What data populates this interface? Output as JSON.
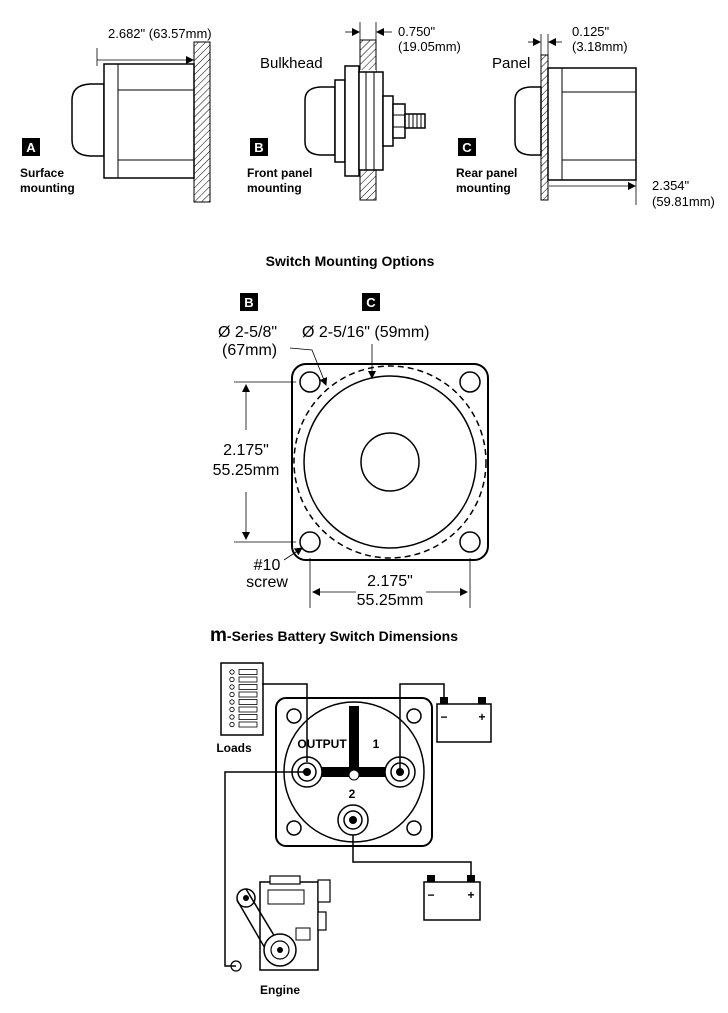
{
  "mounting": {
    "a": {
      "badge": "A",
      "label_line1": "Surface",
      "label_line2": "mounting",
      "dimension": "2.682\" (63.57mm)"
    },
    "b": {
      "badge": "B",
      "title": "Bulkhead",
      "label_line1": "Front panel",
      "label_line2": "mounting",
      "dim_in": "0.750\"",
      "dim_mm": "(19.05mm)"
    },
    "c": {
      "badge": "C",
      "title": "Panel",
      "label_line1": "Rear panel",
      "label_line2": "mounting",
      "top_in": "0.125\"",
      "top_mm": "(3.18mm)",
      "depth_in": "2.354\"",
      "depth_mm": "(59.81mm)"
    },
    "section_title": "Switch Mounting Options"
  },
  "dimensions": {
    "badge_b": "B",
    "badge_c": "C",
    "hole_b_line1": "Ø 2-5/8\"",
    "hole_b_line2": "(67mm)",
    "hole_c": "Ø 2-5/16\" (59mm)",
    "height_in": "2.175\"",
    "height_mm": "55.25mm",
    "width_in": "2.175\"",
    "width_mm": "55.25mm",
    "screw_line1": "#10",
    "screw_line2": "screw",
    "title_prefix": "m",
    "title_rest": "-Series Battery Switch Dimensions"
  },
  "wiring": {
    "loads_label": "Loads",
    "engine_label": "Engine",
    "output_label": "OUTPUT",
    "pos1_label": "1",
    "pos2_label": "2",
    "battery1": {
      "neg": "−",
      "pos": "+"
    },
    "battery2": {
      "neg": "−",
      "pos": "+"
    }
  }
}
